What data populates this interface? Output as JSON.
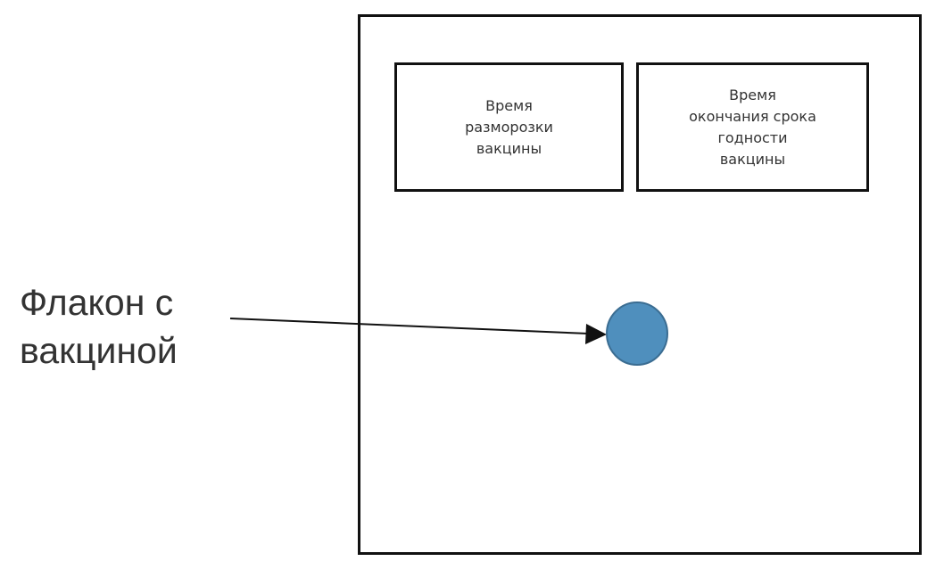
{
  "boxes": [
    {
      "lines": [
        "Время",
        "разморозки",
        "вакцины"
      ]
    },
    {
      "lines": [
        "Время",
        "окончания срока",
        "годности",
        "вакцины"
      ]
    }
  ],
  "label": {
    "lines": [
      "Флакон с",
      "вакциной"
    ]
  },
  "colors": {
    "vial_fill": "#4f8fbd",
    "vial_stroke": "#3b6d92",
    "line": "#111111"
  }
}
